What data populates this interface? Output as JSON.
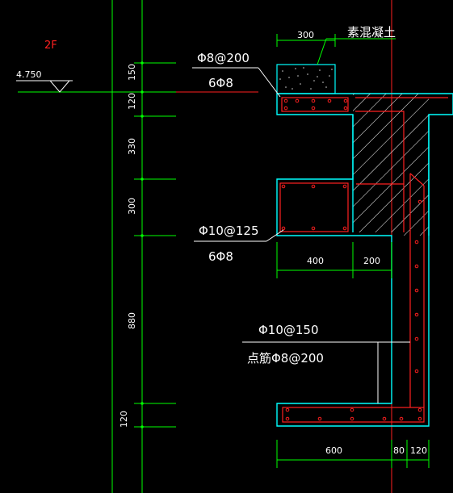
{
  "floor_label": "2F",
  "elevation": "4.750",
  "plain_concrete_label": "素混凝土",
  "plain_concrete_width": "300",
  "slab_rebar": {
    "stirrup": "Φ8@200",
    "longitudinal": "6Φ8"
  },
  "middle_rebar": {
    "stirrup": "Φ10@125",
    "longitudinal": "6Φ8"
  },
  "wall_rebar": {
    "main": "Φ10@150",
    "distribution": "点筋Φ8@200"
  },
  "vertical_dims": [
    "150",
    "120",
    "330",
    "300",
    "880",
    "120"
  ],
  "mid_dims": [
    "400",
    "200"
  ],
  "bottom_dims": [
    "600",
    "80",
    "120"
  ],
  "colors": {
    "background": "#000000",
    "cyan": "#00ffff",
    "red": "#ff2020",
    "green": "#00ff00",
    "white": "#ffffff"
  }
}
